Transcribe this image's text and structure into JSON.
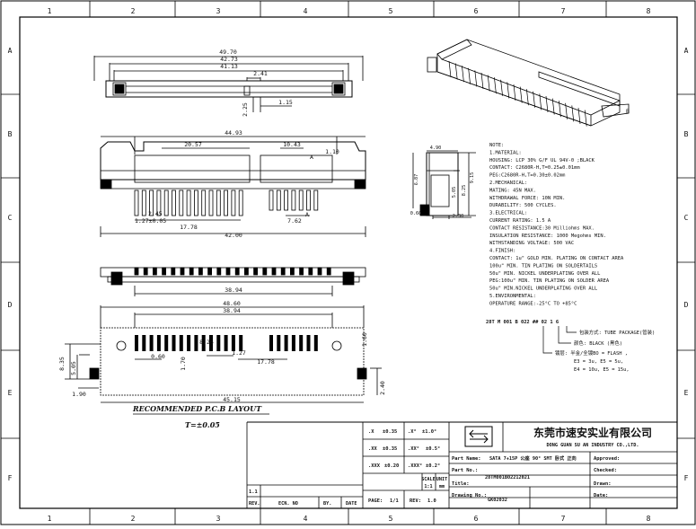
{
  "frame": {
    "columns": [
      "1",
      "2",
      "3",
      "4",
      "5",
      "6",
      "7",
      "8"
    ],
    "rows": [
      "A",
      "B",
      "C",
      "D",
      "E",
      "F"
    ]
  },
  "dims": {
    "top_view": [
      "49.70",
      "42.73",
      "41.13",
      "2.41",
      "2.25",
      "1.15"
    ],
    "front_view": [
      "44.93",
      "20.57",
      "10.43",
      "1.10",
      "A",
      "A",
      "2.45",
      "1.27±0.05",
      "17.78",
      "7.62",
      "42.00"
    ],
    "side_view": [
      "4.90",
      "6.87",
      "9.15",
      "8.25",
      "5.05",
      "0.60",
      "2.30"
    ],
    "bottom_view": [
      "38.94"
    ],
    "pcb": [
      "48.60",
      "38.94",
      "8.26",
      "0.60",
      "1.70",
      "1.27",
      "17.78",
      "8.35",
      "5.05",
      "1.90",
      "2.40",
      "1.60",
      "45.15"
    ]
  },
  "b_mark": "B",
  "notes": [
    "NOTE:",
    "1.MATERIAL:",
    "  HOUSING: LCP  30% G/F UL 94V-0 ;BLACK",
    "  CONTACT:  C2680R-H,T=0.25±0.01mm",
    "  PEG:C2680R-H,T=0.30±0.02mm",
    "2.MECHANICAL:",
    "  MATING: 45N MAX.",
    "  WITHDRAWAL FORCE: 10N MIN.",
    "  DURABILITY: 500 CYCLES.",
    "3.ELECTRICAL:",
    "  CURRENT RATING: 1.5 A",
    "  CONTACT RESISTANCE:30 Milliohms MAX.",
    "  INSULATION RESISTANCE: 1000 Megohms MIN.",
    "  WITHSTANDING VOLTAGE: 500 VAC",
    "4.FINISH:",
    "  CONTACT: 1u\" GOLD MIN. PLATING ON CONTACT AREA",
    "  100u\" MIN. TIN PLATING ON SOLDERTAILS",
    "  50u\" MIN. NICKEL UNDERPLATING OVER ALL",
    "  PEG:100u\" MIN. TIN PLATING ON SOLDER AREA",
    "  50u\" MIN.NICKEL UNDERPLATING OVER ALL",
    "5.ENVIRONMENTAL:",
    "  OPERATURE RANGE:-25°C TO +85°C"
  ],
  "part_code": "28T M 001 B 022 ## 02 1 6",
  "part_legend": [
    "包装方式: TUBE PACKAGE(管装)",
    "颜色: BLACK (黑色)",
    "镀层: 半金/全镀BO = FLASH ,",
    "E3 = 3u, E5 = 5u,",
    "E4 = 10u, E5 = 15u,"
  ],
  "pcb_title": "RECOMMENDED  P.C.B  LAYOUT",
  "tolerance": "T=±0.05",
  "tol_table": [
    [
      ".X",
      "±0.35",
      ".X°",
      "±1.0°"
    ],
    [
      ".XX",
      "±0.35",
      ".XX°",
      "±0.5°"
    ],
    [
      ".XXX",
      "±0.20",
      ".XXX°",
      "±0.2°"
    ]
  ],
  "scale": {
    "label": "SCALE",
    "value": "1:1",
    "unit_label": "UNIT",
    "unit_value": "mm"
  },
  "company": {
    "name": "东莞市速安实业有限公司",
    "en": "DONG GUAN SU AN INDUSTRY CO.,LTD."
  },
  "part_name_label": "Part Name:",
  "part_name_value": "SATA 7+15P 公座 90° SMT 卧式 正向",
  "part_no_label": "Part No.:",
  "part_no_value": "28TM001B02212021",
  "title_label": "Title:",
  "drawing_label": "Drawing No.:",
  "drawing_value": "GK02032",
  "approved": "Approved:",
  "checked": "Checked:",
  "drawn": "Drawn:",
  "date": "Date:",
  "rev_table": {
    "rev": "1.1",
    "headers": [
      "REV.",
      "ECN. NO",
      "BY.",
      "DATE"
    ]
  },
  "page": {
    "label": "PAGE:",
    "value": "1/1",
    "rev_label": "REV:",
    "rev_value": "1.0"
  }
}
